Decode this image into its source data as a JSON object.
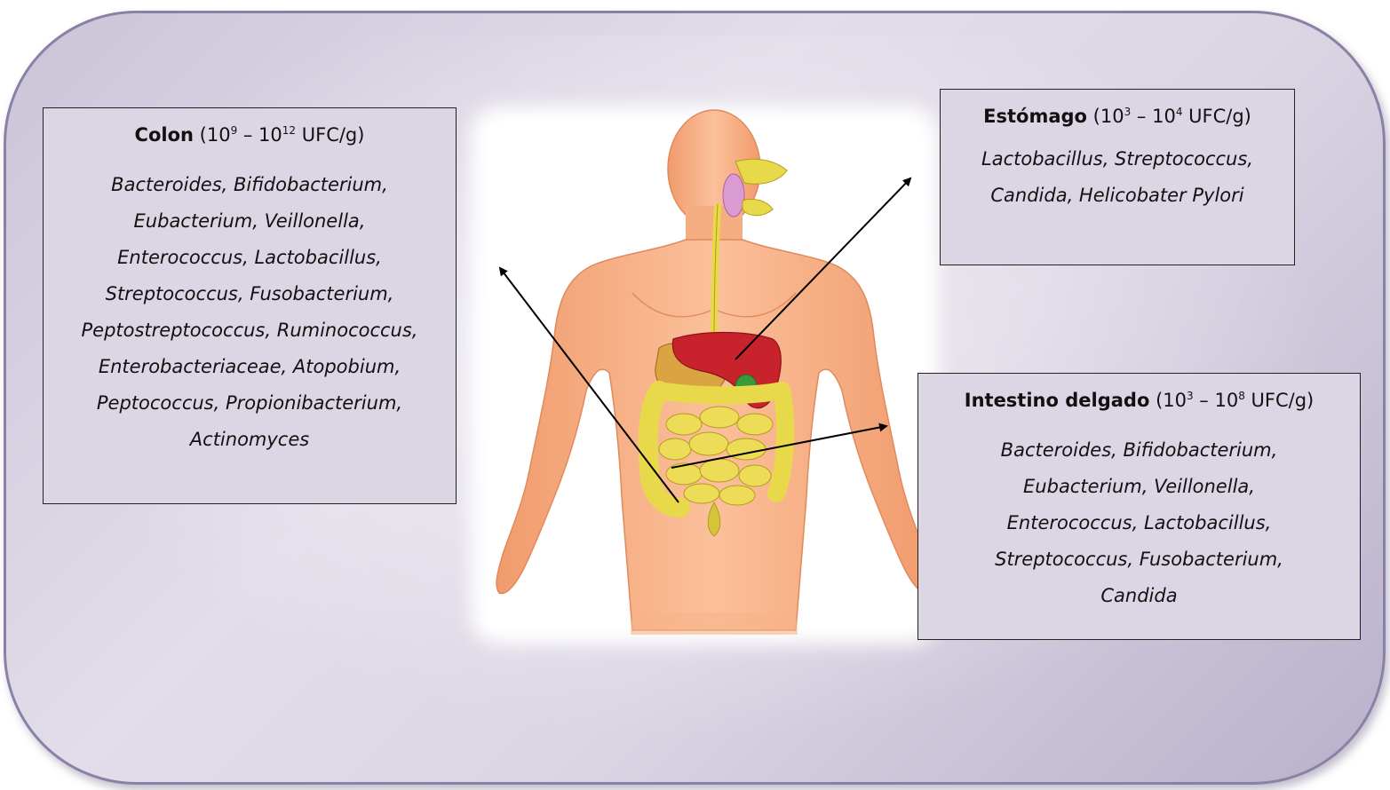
{
  "colors": {
    "panel": "#dcd6e4",
    "panel_border": "#8a82a6",
    "box_border": "#222222",
    "skin": "#f7b48a",
    "liver": "#c8232c",
    "intestine": "#e8d94a",
    "stomach": "#d9a441",
    "gallbladder": "#3a9a3a",
    "arrow": "#000000"
  },
  "colon": {
    "name": "Colon",
    "range_prefix": "(10",
    "exp1": "9",
    "range_mid": " – 10",
    "exp2": "12",
    "range_suffix": " UFC/g)",
    "organisms": [
      "Bacteroides, Bifidobacterium,",
      "Eubacterium, Veillonella,",
      "Enterococcus, Lactobacillus,",
      "Streptococcus, Fusobacterium,",
      "Peptostreptococcus, Ruminococcus,",
      "Enterobacteriaceae, Atopobium,",
      "Peptococcus, Propionibacterium,",
      "Actinomyces"
    ]
  },
  "stomach": {
    "name": "Estómago",
    "range_prefix": "(10",
    "exp1": "3",
    "range_mid": " – 10",
    "exp2": "4",
    "range_suffix": " UFC/g)",
    "organisms": [
      "Lactobacillus, Streptococcus,",
      "Candida, Helicobater Pylori"
    ]
  },
  "intestine": {
    "name": "Intestino delgado",
    "range_prefix": "(10",
    "exp1": "3",
    "range_mid": " – 10",
    "exp2": "8",
    "range_suffix": " UFC/g)",
    "organisms": [
      "Bacteroides, Bifidobacterium,",
      "Eubacterium, Veillonella,",
      "Enterococcus, Lactobacillus,",
      "Streptococcus, Fusobacterium,",
      "Candida"
    ]
  }
}
